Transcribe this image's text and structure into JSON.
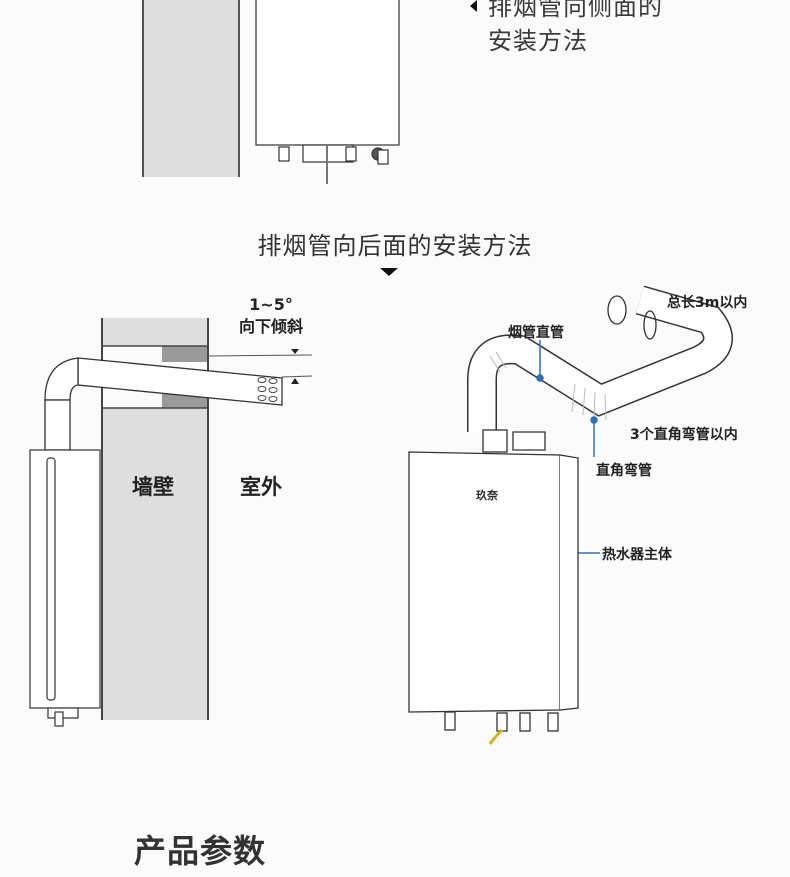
{
  "top_section": {
    "caption_line1": "排烟管向侧面的",
    "caption_line2": "安装方法"
  },
  "rear_section": {
    "title": "排烟管向后面的安装方法",
    "left_diagram": {
      "angle_value": "1~5°",
      "angle_text": "向下倾斜",
      "wall_label": "墙壁",
      "outside_label": "室外"
    },
    "right_diagram": {
      "total_length_label": "总长3m以内",
      "straight_pipe_label": "烟管直管",
      "elbow_count_label": "3个直角弯管以内",
      "elbow_label": "直角弯管",
      "heater_body_label": "热水器主体",
      "brand_label": "玖奈"
    }
  },
  "params_section": {
    "title": "产品参数"
  },
  "colors": {
    "wall_fill": "#dedede",
    "leader_line": "#2f6fb4",
    "background": "#fbfbfb"
  }
}
